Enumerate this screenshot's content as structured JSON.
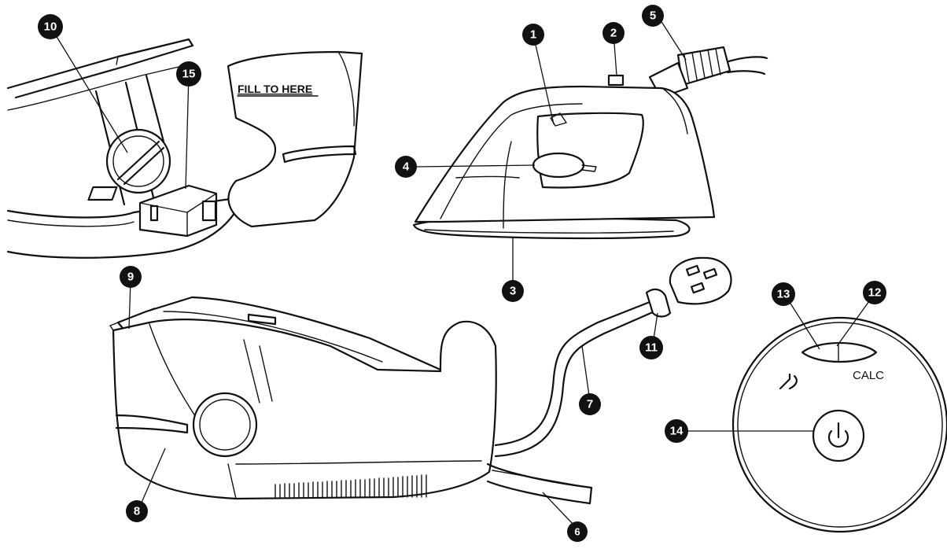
{
  "labels": {
    "fill_to_here": "FILL TO HERE",
    "calc": "CALC"
  },
  "callouts": [
    "1",
    "2",
    "3",
    "4",
    "5",
    "6",
    "7",
    "8",
    "9",
    "10",
    "11",
    "12",
    "13",
    "14",
    "15"
  ],
  "icons": {
    "power": "power-icon",
    "rinse": "rinse-arrow-icon"
  }
}
